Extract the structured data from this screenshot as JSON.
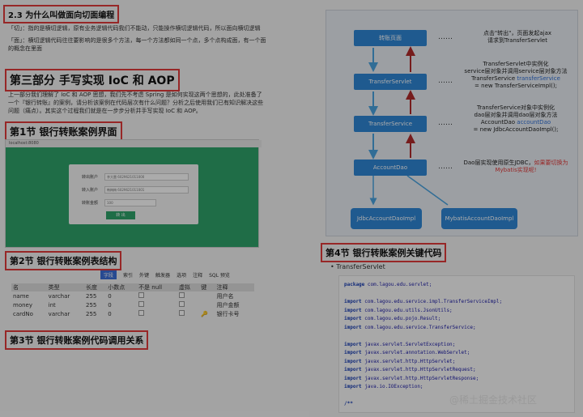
{
  "left": {
    "heading_23": "2.3 为什么叫做面向切面编程",
    "p_cut": "「切」：指的是横切逻辑，原有业务逻辑代码我们不能动，只能操作横切逻辑代码，所以面向横切逻辑",
    "p_face": "「面」：横切逻辑代码往往要影响的是很多个方法，每一个方法都如同一个点，多个点构成面，有一个面的概念在里面",
    "part3_title": "第三部分 手写实现 IoC 和 AOP",
    "intro": "上一部分我们理解了 IoC 和 AOP 思想，我们先不考虑 Spring 是如何实现这两个思想的，此处准备了一个『银行转账』的案例，请分析该案例在代码层次有什么问题？分析之后使用我们已有知识解决这些问题（痛点）。其实这个过程我们就是在一步步分析并手写实现 IoC 和 AOP。",
    "sec1_title": "第1节 银行转账案例界面",
    "app": {
      "bar_title": "localhost:8080",
      "rows": [
        {
          "label": "转出账户",
          "value": "李大雷 6029621011000"
        },
        {
          "label": "转入账户",
          "value": "韩梅梅 6029621011001"
        },
        {
          "label": "转账金额",
          "value": "100"
        }
      ],
      "button": "转 出"
    },
    "sec2_title": "第2节 银行转账案例表结构",
    "tabs": [
      "字段",
      "索引",
      "外键",
      "触发器",
      "选项",
      "注释",
      "SQL 预览"
    ],
    "table_headers": [
      "名",
      "类型",
      "长度",
      "小数点",
      "不是 null",
      "虚拟",
      "键",
      "注释"
    ],
    "table_rows": [
      {
        "name": "name",
        "type": "varchar",
        "len": "255",
        "dec": "0",
        "note": "用户名"
      },
      {
        "name": "money",
        "type": "int",
        "len": "255",
        "dec": "0",
        "note": "用户金额"
      },
      {
        "name": "cardNo",
        "type": "varchar",
        "len": "255",
        "dec": "0",
        "key": "🔑",
        "note": "银行卡号"
      }
    ],
    "sec3_title": "第3节 银行转账案例代码调用关系"
  },
  "diagram": {
    "nodes": [
      "转账页面",
      "TransferServlet",
      "TransferService",
      "AccountDao",
      "JdbcAccountDaoImpl",
      "MybatisAccountDaoImpl"
    ],
    "dots": "……",
    "note1": [
      "点击\"转出\"，页面发起ajax",
      "请求到TransferServlet"
    ],
    "note2": [
      "TransferServlet中实例化",
      "service层对象并调用service层对象方法",
      "TransferService",
      "transferService",
      "= new TransferServiceImpl();"
    ],
    "note3": [
      "TransferService对象中实例化",
      "dao层对象并调用dao层对象方法",
      "AccountDao",
      "accountDao",
      "= new JdbcAccountDaoImpl();"
    ],
    "note4": [
      "Dao层实现使用原生JDBC，",
      "如果要切换为",
      "Mybatis实现呢!"
    ]
  },
  "sec4_title": "第4节 银行转账案例关键代码",
  "bullet": "TransferServlet",
  "code_lines": [
    [
      "package",
      " com.lagou.edu.servlet;"
    ],
    [
      "",
      ""
    ],
    [
      "import",
      " com.lagou.edu.service.impl.TransferServiceImpl;"
    ],
    [
      "import",
      " com.lagou.edu.utils.JsonUtils;"
    ],
    [
      "import",
      " com.lagou.edu.pojo.Result;"
    ],
    [
      "import",
      " com.lagou.edu.service.TransferService;"
    ],
    [
      "",
      ""
    ],
    [
      "import",
      " javax.servlet.ServletException;"
    ],
    [
      "import",
      " javax.servlet.annotation.WebServlet;"
    ],
    [
      "import",
      " javax.servlet.http.HttpServlet;"
    ],
    [
      "import",
      " javax.servlet.http.HttpServletRequest;"
    ],
    [
      "import",
      " javax.servlet.http.HttpServletResponse;"
    ],
    [
      "import",
      " java.io.IOException;"
    ],
    [
      "",
      ""
    ],
    [
      "/**",
      ""
    ]
  ],
  "watermark": "@稀土掘金技术社区"
}
